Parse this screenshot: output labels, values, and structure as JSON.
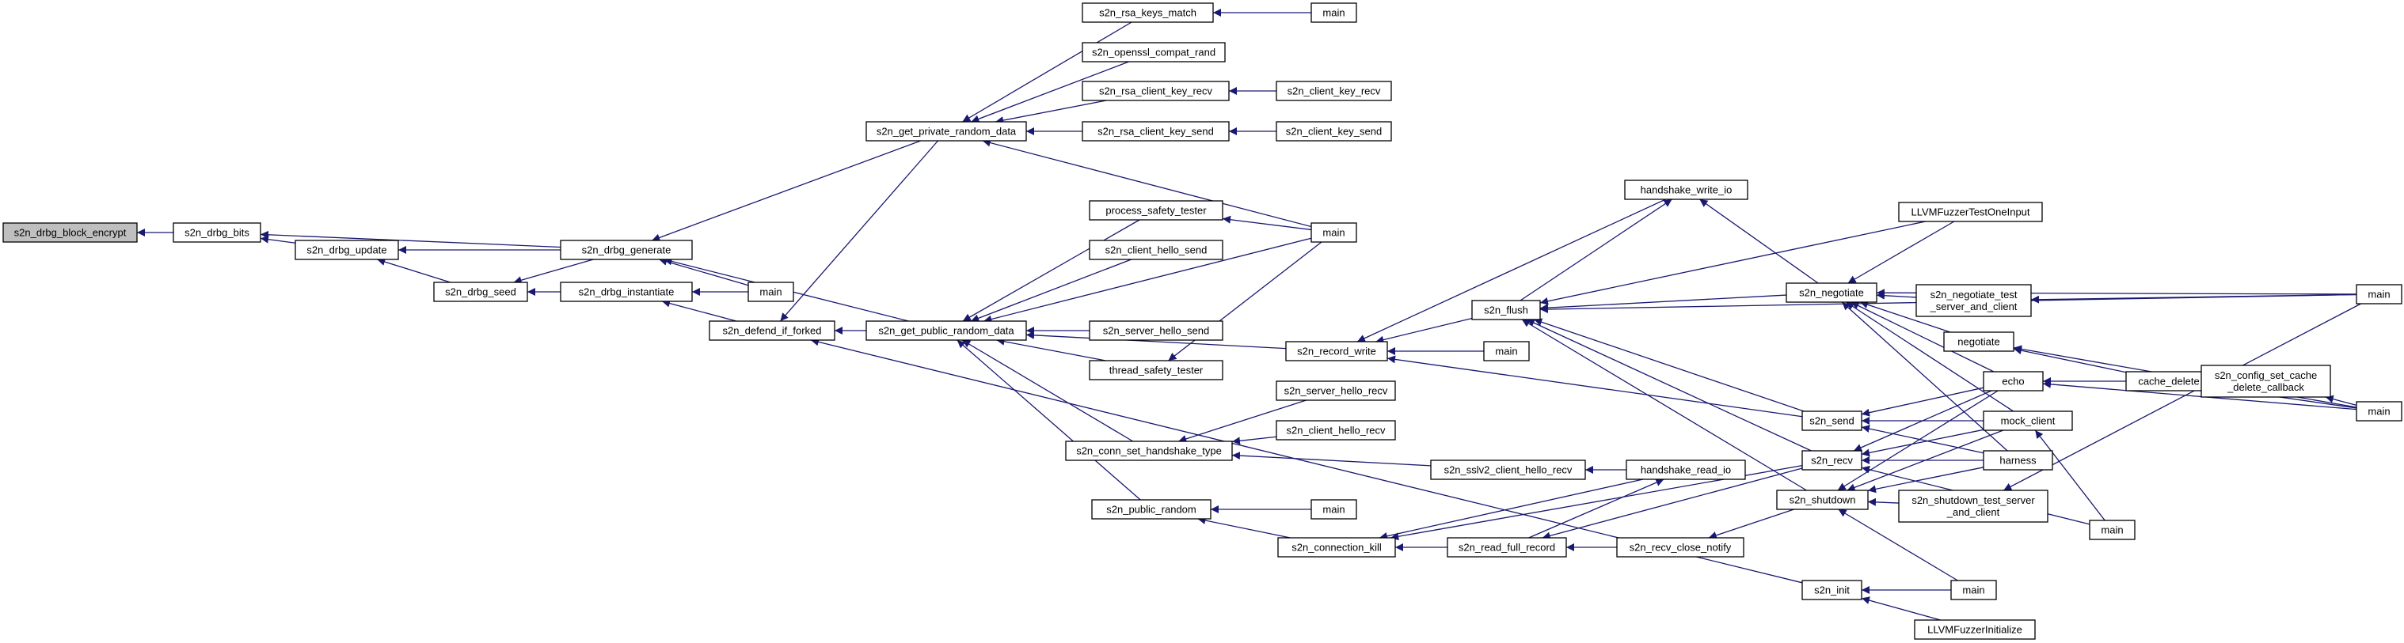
{
  "nodes": [
    {
      "id": "block_encrypt",
      "lines": [
        "s2n_drbg_block_encrypt"
      ],
      "highlight": true
    },
    {
      "id": "drbg_bits",
      "lines": [
        "s2n_drbg_bits"
      ]
    },
    {
      "id": "drbg_update",
      "lines": [
        "s2n_drbg_update"
      ]
    },
    {
      "id": "drbg_seed",
      "lines": [
        "s2n_drbg_seed"
      ]
    },
    {
      "id": "drbg_generate",
      "lines": [
        "s2n_drbg_generate"
      ]
    },
    {
      "id": "drbg_instantiate",
      "lines": [
        "s2n_drbg_instantiate"
      ]
    },
    {
      "id": "main_a",
      "lines": [
        "main"
      ]
    },
    {
      "id": "defend_if_forked",
      "lines": [
        "s2n_defend_if_forked"
      ]
    },
    {
      "id": "get_private_random",
      "lines": [
        "s2n_get_private_random_data"
      ]
    },
    {
      "id": "get_public_random",
      "lines": [
        "s2n_get_public_random_data"
      ]
    },
    {
      "id": "rsa_keys_match",
      "lines": [
        "s2n_rsa_keys_match"
      ]
    },
    {
      "id": "main_b",
      "lines": [
        "main"
      ]
    },
    {
      "id": "openssl_compat_rand",
      "lines": [
        "s2n_openssl_compat_rand"
      ]
    },
    {
      "id": "rsa_client_key_recv",
      "lines": [
        "s2n_rsa_client_key_recv"
      ]
    },
    {
      "id": "client_key_recv",
      "lines": [
        "s2n_client_key_recv"
      ]
    },
    {
      "id": "rsa_client_key_send",
      "lines": [
        "s2n_rsa_client_key_send"
      ]
    },
    {
      "id": "client_key_send",
      "lines": [
        "s2n_client_key_send"
      ]
    },
    {
      "id": "process_safety_tester",
      "lines": [
        "process_safety_tester"
      ]
    },
    {
      "id": "main_c",
      "lines": [
        "main"
      ]
    },
    {
      "id": "client_hello_send",
      "lines": [
        "s2n_client_hello_send"
      ]
    },
    {
      "id": "server_hello_send",
      "lines": [
        "s2n_server_hello_send"
      ]
    },
    {
      "id": "thread_safety_tester",
      "lines": [
        "thread_safety_tester"
      ]
    },
    {
      "id": "record_write",
      "lines": [
        "s2n_record_write"
      ]
    },
    {
      "id": "server_hello_recv",
      "lines": [
        "s2n_server_hello_recv"
      ]
    },
    {
      "id": "client_hello_recv",
      "lines": [
        "s2n_client_hello_recv"
      ]
    },
    {
      "id": "conn_set_handshake_type",
      "lines": [
        "s2n_conn_set_handshake_type"
      ]
    },
    {
      "id": "public_random",
      "lines": [
        "s2n_public_random"
      ]
    },
    {
      "id": "main_d",
      "lines": [
        "main"
      ]
    },
    {
      "id": "connection_kill",
      "lines": [
        "s2n_connection_kill"
      ]
    },
    {
      "id": "handshake_write_io",
      "lines": [
        "handshake_write_io"
      ]
    },
    {
      "id": "flush",
      "lines": [
        "s2n_flush"
      ]
    },
    {
      "id": "main_e",
      "lines": [
        "main"
      ]
    },
    {
      "id": "sslv2_client_hello_recv",
      "lines": [
        "s2n_sslv2_client_hello_recv"
      ]
    },
    {
      "id": "handshake_read_io",
      "lines": [
        "handshake_read_io"
      ]
    },
    {
      "id": "read_full_record",
      "lines": [
        "s2n_read_full_record"
      ]
    },
    {
      "id": "recv_close_notify",
      "lines": [
        "s2n_recv_close_notify"
      ]
    },
    {
      "id": "llvm_fuzzer_test",
      "lines": [
        "LLVMFuzzerTestOneInput"
      ]
    },
    {
      "id": "negotiate_s2n",
      "lines": [
        "s2n_negotiate"
      ]
    },
    {
      "id": "send",
      "lines": [
        "s2n_send"
      ]
    },
    {
      "id": "recv",
      "lines": [
        "s2n_recv"
      ]
    },
    {
      "id": "shutdown",
      "lines": [
        "s2n_shutdown"
      ]
    },
    {
      "id": "init",
      "lines": [
        "s2n_init"
      ]
    },
    {
      "id": "negotiate_test",
      "lines": [
        "s2n_negotiate_test",
        "_server_and_client"
      ]
    },
    {
      "id": "negotiate",
      "lines": [
        "negotiate"
      ]
    },
    {
      "id": "echo",
      "lines": [
        "echo"
      ]
    },
    {
      "id": "mock_client",
      "lines": [
        "mock_client"
      ]
    },
    {
      "id": "harness",
      "lines": [
        "harness"
      ]
    },
    {
      "id": "shutdown_test",
      "lines": [
        "s2n_shutdown_test_server",
        "_and_client"
      ]
    },
    {
      "id": "main_f",
      "lines": [
        "main"
      ]
    },
    {
      "id": "main_g",
      "lines": [
        "main"
      ]
    },
    {
      "id": "main_h",
      "lines": [
        "main"
      ]
    },
    {
      "id": "llvm_fuzzer_init",
      "lines": [
        "LLVMFuzzerInitialize"
      ]
    },
    {
      "id": "cache_delete",
      "lines": [
        "cache_delete"
      ]
    },
    {
      "id": "config_set_cache_delete_cb",
      "lines": [
        "s2n_config_set_cache",
        "_delete_callback"
      ]
    },
    {
      "id": "main_i",
      "lines": [
        "main"
      ]
    }
  ],
  "edges": [
    [
      "drbg_bits",
      "block_encrypt"
    ],
    [
      "drbg_update",
      "drbg_bits"
    ],
    [
      "drbg_generate",
      "drbg_bits"
    ],
    [
      "drbg_seed",
      "drbg_update"
    ],
    [
      "drbg_generate",
      "drbg_update"
    ],
    [
      "drbg_instantiate",
      "drbg_seed"
    ],
    [
      "drbg_generate",
      "drbg_seed"
    ],
    [
      "main_a",
      "drbg_generate"
    ],
    [
      "get_private_random",
      "drbg_generate"
    ],
    [
      "get_public_random",
      "drbg_generate"
    ],
    [
      "main_a",
      "drbg_instantiate"
    ],
    [
      "defend_if_forked",
      "drbg_instantiate"
    ],
    [
      "get_private_random",
      "defend_if_forked"
    ],
    [
      "get_public_random",
      "defend_if_forked"
    ],
    [
      "init",
      "defend_if_forked"
    ],
    [
      "rsa_keys_match",
      "get_private_random"
    ],
    [
      "openssl_compat_rand",
      "get_private_random"
    ],
    [
      "rsa_client_key_recv",
      "get_private_random"
    ],
    [
      "rsa_client_key_send",
      "get_private_random"
    ],
    [
      "main_c",
      "get_private_random"
    ],
    [
      "main_b",
      "rsa_keys_match"
    ],
    [
      "client_key_recv",
      "rsa_client_key_recv"
    ],
    [
      "client_key_send",
      "rsa_client_key_send"
    ],
    [
      "process_safety_tester",
      "get_public_random"
    ],
    [
      "main_c",
      "get_public_random"
    ],
    [
      "client_hello_send",
      "get_public_random"
    ],
    [
      "server_hello_send",
      "get_public_random"
    ],
    [
      "thread_safety_tester",
      "get_public_random"
    ],
    [
      "record_write",
      "get_public_random"
    ],
    [
      "conn_set_handshake_type",
      "get_public_random"
    ],
    [
      "public_random",
      "get_public_random"
    ],
    [
      "main_c",
      "process_safety_tester"
    ],
    [
      "main_c",
      "thread_safety_tester"
    ],
    [
      "server_hello_recv",
      "conn_set_handshake_type"
    ],
    [
      "client_hello_recv",
      "conn_set_handshake_type"
    ],
    [
      "sslv2_client_hello_recv",
      "conn_set_handshake_type"
    ],
    [
      "main_d",
      "public_random"
    ],
    [
      "connection_kill",
      "public_random"
    ],
    [
      "handshake_write_io",
      "record_write"
    ],
    [
      "flush",
      "record_write"
    ],
    [
      "main_e",
      "record_write"
    ],
    [
      "send",
      "record_write"
    ],
    [
      "read_full_record",
      "connection_kill"
    ],
    [
      "handshake_read_io",
      "connection_kill"
    ],
    [
      "recv",
      "connection_kill"
    ],
    [
      "flush",
      "handshake_write_io"
    ],
    [
      "negotiate_s2n",
      "handshake_write_io"
    ],
    [
      "llvm_fuzzer_test",
      "flush"
    ],
    [
      "negotiate_s2n",
      "flush"
    ],
    [
      "send",
      "flush"
    ],
    [
      "recv",
      "flush"
    ],
    [
      "shutdown",
      "flush"
    ],
    [
      "main_f",
      "flush"
    ],
    [
      "handshake_read_io",
      "sslv2_client_hello_recv"
    ],
    [
      "read_full_record",
      "handshake_read_io"
    ],
    [
      "recv_close_notify",
      "read_full_record"
    ],
    [
      "recv",
      "read_full_record"
    ],
    [
      "shutdown",
      "recv_close_notify"
    ],
    [
      "llvm_fuzzer_test",
      "negotiate_s2n"
    ],
    [
      "negotiate_test",
      "negotiate_s2n"
    ],
    [
      "negotiate",
      "negotiate_s2n"
    ],
    [
      "echo",
      "negotiate_s2n"
    ],
    [
      "mock_client",
      "negotiate_s2n"
    ],
    [
      "harness",
      "negotiate_s2n"
    ],
    [
      "main_f",
      "negotiate_s2n"
    ],
    [
      "echo",
      "send"
    ],
    [
      "mock_client",
      "send"
    ],
    [
      "harness",
      "send"
    ],
    [
      "echo",
      "recv"
    ],
    [
      "mock_client",
      "recv"
    ],
    [
      "harness",
      "recv"
    ],
    [
      "main_g",
      "recv"
    ],
    [
      "echo",
      "shutdown"
    ],
    [
      "mock_client",
      "shutdown"
    ],
    [
      "harness",
      "shutdown"
    ],
    [
      "shutdown_test",
      "shutdown"
    ],
    [
      "main_h",
      "shutdown"
    ],
    [
      "main_h",
      "init"
    ],
    [
      "llvm_fuzzer_init",
      "init"
    ],
    [
      "main_f",
      "negotiate_test"
    ],
    [
      "cache_delete",
      "negotiate"
    ],
    [
      "main_i",
      "negotiate"
    ],
    [
      "cache_delete",
      "echo"
    ],
    [
      "main_i",
      "echo"
    ],
    [
      "main_g",
      "mock_client"
    ],
    [
      "main_f",
      "shutdown_test"
    ],
    [
      "config_set_cache_delete_cb",
      "cache_delete"
    ],
    [
      "main_i",
      "cache_delete"
    ],
    [
      "main_i",
      "config_set_cache_delete_cb"
    ]
  ]
}
